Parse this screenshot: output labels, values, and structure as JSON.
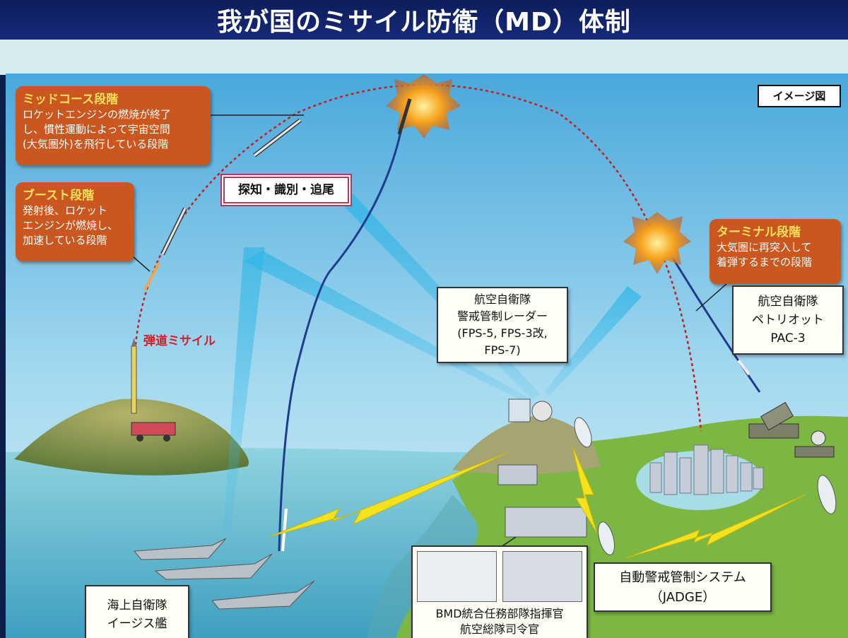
{
  "title": "我が国のミサイル防衛（MD）体制",
  "image_tag": "イメージ図",
  "phases": {
    "midcourse": {
      "title": "ミッドコース段階",
      "desc": [
        "ロケットエンジンの燃焼が終了",
        "し、慣性運動によって宇宙空間",
        "(大気圏外)を飛行している段階"
      ]
    },
    "boost": {
      "title": "ブースト段階",
      "desc": [
        "発射後、ロケット",
        "エンジンが燃焼し、",
        "加速している段階"
      ]
    },
    "terminal": {
      "title": "ターミナル段階",
      "desc": [
        "大気圏に再突入して",
        "着弾するまでの段階"
      ]
    }
  },
  "detect_label": "探知・識別・追尾",
  "missile_label": "弾道ミサイル",
  "radar_label": [
    "航空自衛隊",
    "警戒管制レーダー",
    "(FPS-5, FPS-3改,",
    "FPS-7)"
  ],
  "patriot_label": [
    "航空自衛隊",
    "ペトリオット",
    "PAC-3"
  ],
  "jadge_label": [
    "自動警戒管制システム",
    "（JADGE）"
  ],
  "aegis_label": [
    "海上自衛隊",
    "イージス艦"
  ],
  "bmd_label": [
    "BMD統合任務部隊指揮官",
    "航空総隊司令官"
  ],
  "colors": {
    "phase_box": "#c9571f",
    "phase_title": "#ffe25a",
    "trajectory": "#c41e1e",
    "interceptor": "#1f3c8c",
    "sky": "#7fc6e8",
    "sea": "#76c6d6",
    "land": "#77b23e",
    "lightning": "#f3e21c"
  },
  "icons": [
    "explosion-icon",
    "ballistic-missile-icon",
    "interceptor-missile-icon",
    "aegis-ship-icon",
    "radar-dome-icon",
    "radar-dish-icon",
    "patriot-launcher-icon",
    "building-icon",
    "lightning-icon"
  ]
}
